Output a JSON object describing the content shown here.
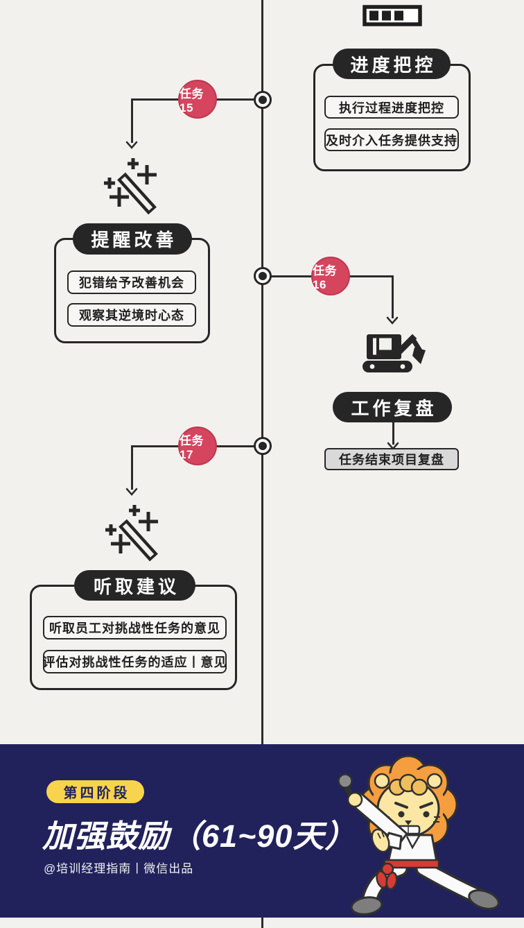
{
  "colors": {
    "background": "#f2f1ee",
    "ink": "#262626",
    "task_red": "#d5455e",
    "footer_navy": "#21225c",
    "badge_yellow": "#f8d34e",
    "review_box_gray": "#d9d9d9"
  },
  "timeline": {
    "tasks": [
      {
        "label": "任务15"
      },
      {
        "label": "任务16"
      },
      {
        "label": "任务17"
      }
    ]
  },
  "sections": {
    "progress_control": {
      "title": "进度把控",
      "items": [
        "执行过程进度把控",
        "及时介入任务提供支持"
      ]
    },
    "remind_improve": {
      "title": "提醒改善",
      "items": [
        "犯错给予改善机会",
        "观察其逆境时心态"
      ]
    },
    "work_review": {
      "title": "工作复盘",
      "items": [
        "任务结束项目复盘"
      ]
    },
    "listen_advice": {
      "title": "听取建议",
      "items": [
        "听取员工对挑战性任务的意见",
        "评估对挑战性任务的适应丨意见"
      ]
    }
  },
  "footer": {
    "stage_badge": "第四阶段",
    "title": "加强鼓励（61~90天）",
    "credit": "@培训经理指南丨微信出品"
  },
  "icons": {
    "battery": "progress-battery-icon",
    "wand": "magic-wand-icon",
    "excavator": "excavator-icon",
    "mascot": "lion-karate-mascot"
  }
}
